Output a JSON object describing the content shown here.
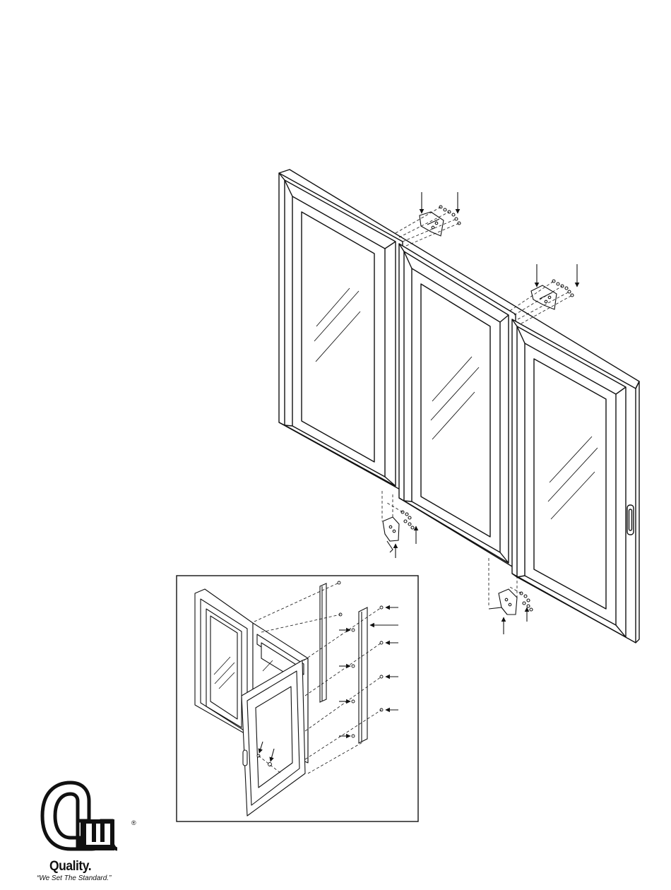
{
  "figure": {
    "main_assembly": {
      "door_count": 3,
      "top_hinge_count": 2,
      "bottom_hinge_count": 2,
      "has_handle": true
    },
    "inset_detail": {
      "hinge_rail_count": 2,
      "opened_door": true
    }
  },
  "brand": {
    "logo_name": "cw-logo",
    "logo_text": "CW",
    "registered_mark": "®",
    "quality": "Quality.",
    "tagline": "“We Set The Standard.”"
  },
  "colors": {
    "line": "#111111",
    "background": "#ffffff"
  }
}
